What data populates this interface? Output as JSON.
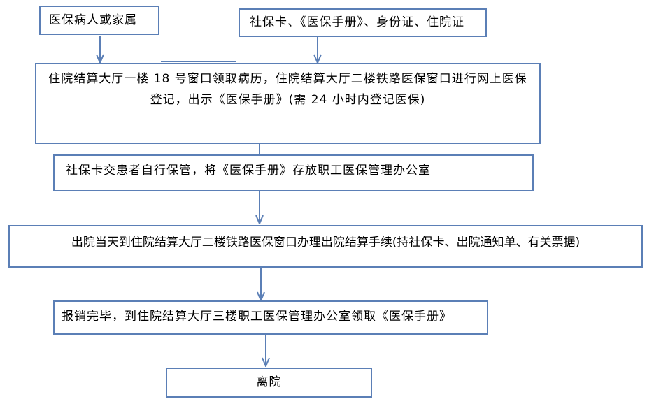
{
  "diagram": {
    "colors": {
      "border": "#5b7fb6",
      "arrow": "#5b7fb6",
      "text": "#000000",
      "background": "#ffffff"
    },
    "nodes": {
      "patient": "医保病人或家属",
      "documents": "社保卡、《医保手册》、身份证、住院证",
      "registration": "住院结算大厅一楼 18 号窗口领取病历，住院结算大厅二楼铁路医保窗口进行网上医保登记，出示《医保手册》(需 24 小时内登记医保)",
      "custody": "社保卡交患者自行保管，将《医保手册》存放职工医保管理办公室",
      "discharge_settlement": "出院当天到住院结算大厅二楼铁路医保窗口办理出院结算手续(持社保卡、出院通知单、有关票据)",
      "reimbursement_done": "报销完毕，到住院结算大厅三楼职工医保管理办公室领取《医保手册》",
      "leave": "离院"
    }
  }
}
